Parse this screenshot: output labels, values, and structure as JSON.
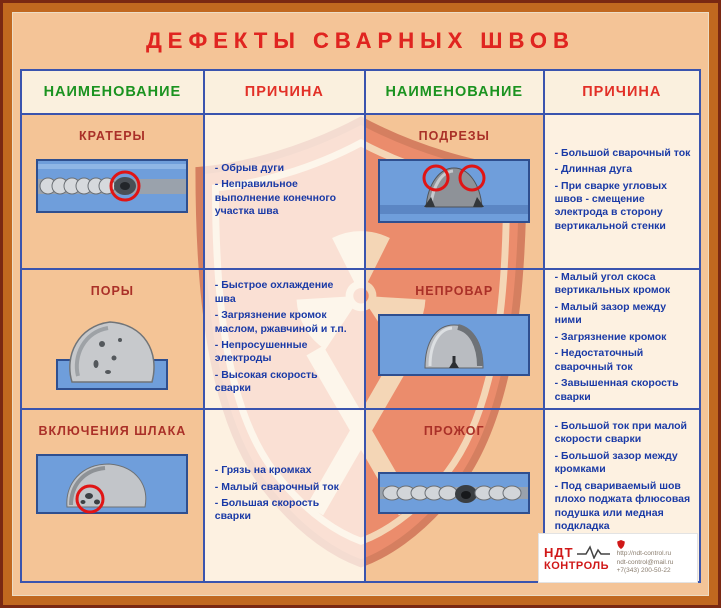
{
  "title": "ДЕФЕКТЫ  СВАРНЫХ  ШВОВ",
  "headers": [
    "НАИМЕНОВАНИЕ",
    "ПРИЧИНА",
    "НАИМЕНОВАНИЕ",
    "ПРИЧИНА"
  ],
  "defects": {
    "kratery": {
      "name": "КРАТЕРЫ",
      "causes": [
        "- Обрыв дуги",
        "- Неправильное выполнение конечного участка шва"
      ]
    },
    "podrezy": {
      "name": "ПОДРЕЗЫ",
      "causes": [
        "- Большой сварочный ток",
        "- Длинная дуга",
        "- При сварке угловых швов - смещение электрода в сторону вертикальной стенки"
      ]
    },
    "pory": {
      "name": "ПОРЫ",
      "causes": [
        "- Быстрое охлаждение шва",
        "- Загрязнение кромок маслом, ржавчиной и т.п.",
        "- Непросушенные электроды",
        "- Высокая скорость сварки"
      ]
    },
    "neprovar": {
      "name": "НЕПРОВАР",
      "causes": [
        "- Малый угол скоса вертикальных кромок",
        "- Малый зазор между ними",
        "- Загрязнение кромок",
        "- Недостаточный сварочный ток",
        "- Завышенная скорость сварки"
      ]
    },
    "shlak": {
      "name": "ВКЛЮЧЕНИЯ ШЛАКА",
      "causes": [
        "- Грязь на кромках",
        "- Малый сварочный ток",
        "- Большая скорость сварки"
      ]
    },
    "prozhog": {
      "name": "ПРОЖОГ",
      "causes": [
        "- Большой ток при малой скорости сварки",
        "- Большой зазор между кромками",
        "- Под свариваемый шов плохо поджата флюсовая подушка или медная подкладка"
      ]
    }
  },
  "brand": {
    "name_top": "НДТ",
    "name_bottom": "КОНТРОЛЬ",
    "url": "http://ndt-control.ru",
    "email": "ndt-control@mail.ru",
    "phone": "+7(343) 200-50-22"
  },
  "colors": {
    "title_red": "#e02520",
    "header_green": "#1b9320",
    "cause_blue": "#1a3aa6",
    "grid_blue": "#3a54ae",
    "shield_red": "#e2483a"
  }
}
